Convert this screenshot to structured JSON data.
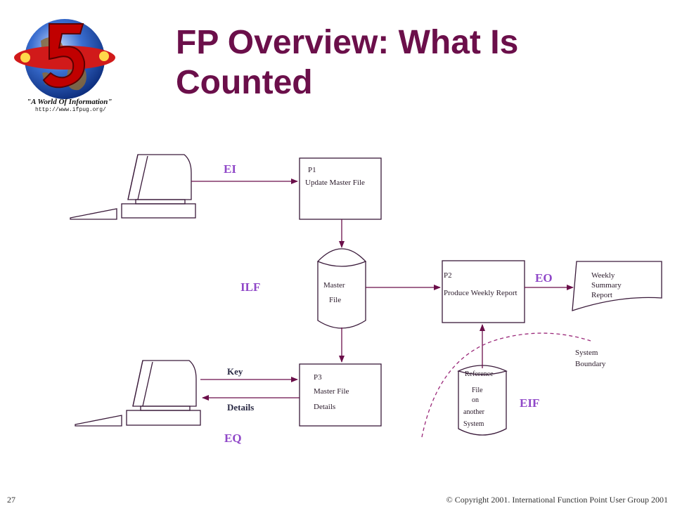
{
  "title": "FP Overview: What Is Counted",
  "logo": {
    "tagline": "\"A World Of Information\"",
    "url": "http://www.ifpug.org/"
  },
  "processes": {
    "p1": {
      "id": "P1",
      "name": "Update Master File"
    },
    "p2": {
      "id": "P2",
      "name": "Produce Weekly Report"
    },
    "p3": {
      "id": "P3",
      "line1": "Master File",
      "line2": "Details"
    }
  },
  "stores": {
    "master": {
      "line1": "Master",
      "line2": "File"
    },
    "reference": {
      "line1": "Reference",
      "line2": "File",
      "line3": "on",
      "line4": "another",
      "line5": "System"
    }
  },
  "report": {
    "line1": "Weekly",
    "line2": "Summary",
    "line3": "Report"
  },
  "flow_labels": {
    "ei": "EI",
    "ilf": "ILF",
    "eo": "EO",
    "eif": "EIF",
    "eq": "EQ",
    "key": "Key",
    "details": "Details"
  },
  "boundary": {
    "line1": "System",
    "line2": "Boundary"
  },
  "colors": {
    "accent": "#6b0f4a",
    "flow_label": "#9048c8",
    "arrow": "#6b0f4a",
    "boundary": "#9b2a7a"
  },
  "footer": {
    "page": "27",
    "copyright": "© Copyright 2001. International Function Point User Group 2001"
  }
}
